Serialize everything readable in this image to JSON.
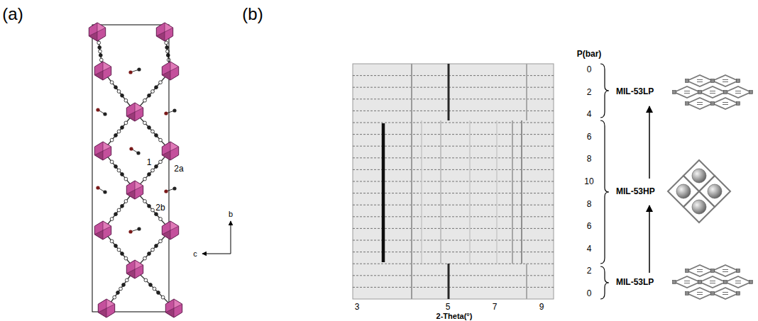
{
  "diagram": {
    "labels": [
      "(a)",
      "(b)",
      "1",
      "2a",
      "2b",
      "b",
      "c",
      "P(bar)",
      "0",
      "2",
      "4",
      "6",
      "8",
      "10",
      "8",
      "6",
      "4",
      "2",
      "0",
      "MIL-53LP",
      "MIL-53HP",
      "MIL-53LP",
      "3",
      "5",
      "7",
      "9",
      "2-Theta(°)"
    ]
  }
}
